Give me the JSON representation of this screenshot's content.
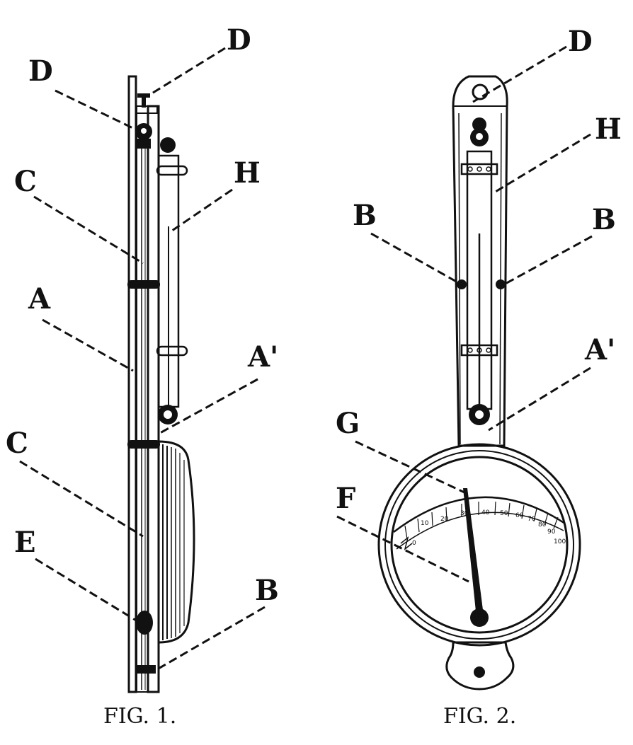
{
  "figure1": {
    "caption": "FIG. 1.",
    "labels": {
      "D_top": "D",
      "D_left": "D",
      "C_upper": "C",
      "H": "H",
      "A": "A",
      "A_prime": "A'",
      "C_lower": "C",
      "E": "E",
      "B": "B"
    }
  },
  "figure2": {
    "caption": "FIG. 2.",
    "labels": {
      "D": "D",
      "H": "H",
      "B_left": "B",
      "B_right": "B",
      "A_prime": "A'",
      "G": "G",
      "F": "F"
    },
    "scale_numbers": [
      "0",
      "10",
      "20",
      "30",
      "40",
      "50",
      "60",
      "70",
      "80",
      "90",
      "100"
    ]
  }
}
